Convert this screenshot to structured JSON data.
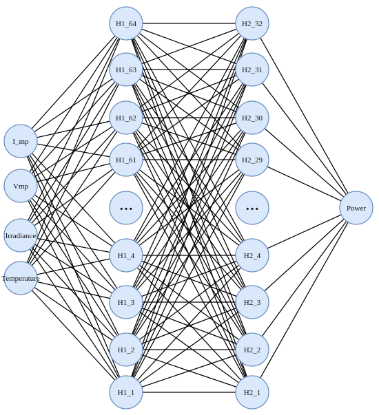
{
  "input_layer": {
    "nodes": [
      "I_mp",
      "Vmp",
      "Irradiance",
      "Temperature"
    ]
  },
  "hidden_layer_1": {
    "nodes": [
      "H1_64",
      "H1_63",
      "H1_62",
      "H1_61",
      "…",
      "H1_4",
      "H1_3",
      "H1_2",
      "H1_1"
    ]
  },
  "hidden_layer_2": {
    "nodes": [
      "H2_32",
      "H2_31",
      "H2_30",
      "H2_29",
      "…",
      "H2_4",
      "H2_3",
      "H2_2",
      "H2_1"
    ]
  },
  "output_layer": {
    "nodes": [
      "Power"
    ]
  },
  "colors": {
    "node_fill": "#dae8fc",
    "node_stroke": "#6c8ebf",
    "edge": "#000000"
  }
}
